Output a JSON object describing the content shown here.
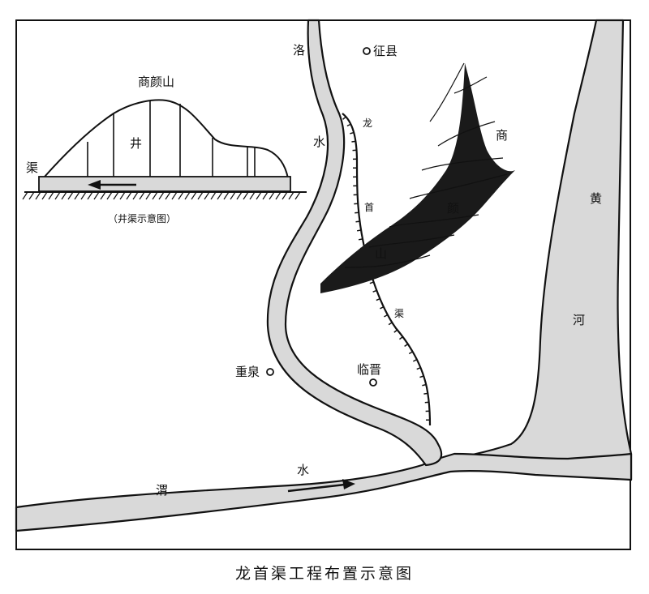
{
  "labels": {
    "luo": "洛",
    "luo_shui": "水",
    "zhengxian": "征县",
    "long": "龙",
    "shou": "首",
    "shan_mtn": "山",
    "qu_canal": "渠",
    "shang": "商",
    "yan": "颜",
    "huang": "黄",
    "he": "河",
    "chongquan": "重泉",
    "linjin": "临晋",
    "wei": "渭",
    "wei_shui": "水"
  },
  "inset": {
    "mountain": "商颜山",
    "well": "井",
    "channel": "渠",
    "caption": "（井渠示意图）"
  },
  "caption": "龙首渠工程布置示意图"
}
